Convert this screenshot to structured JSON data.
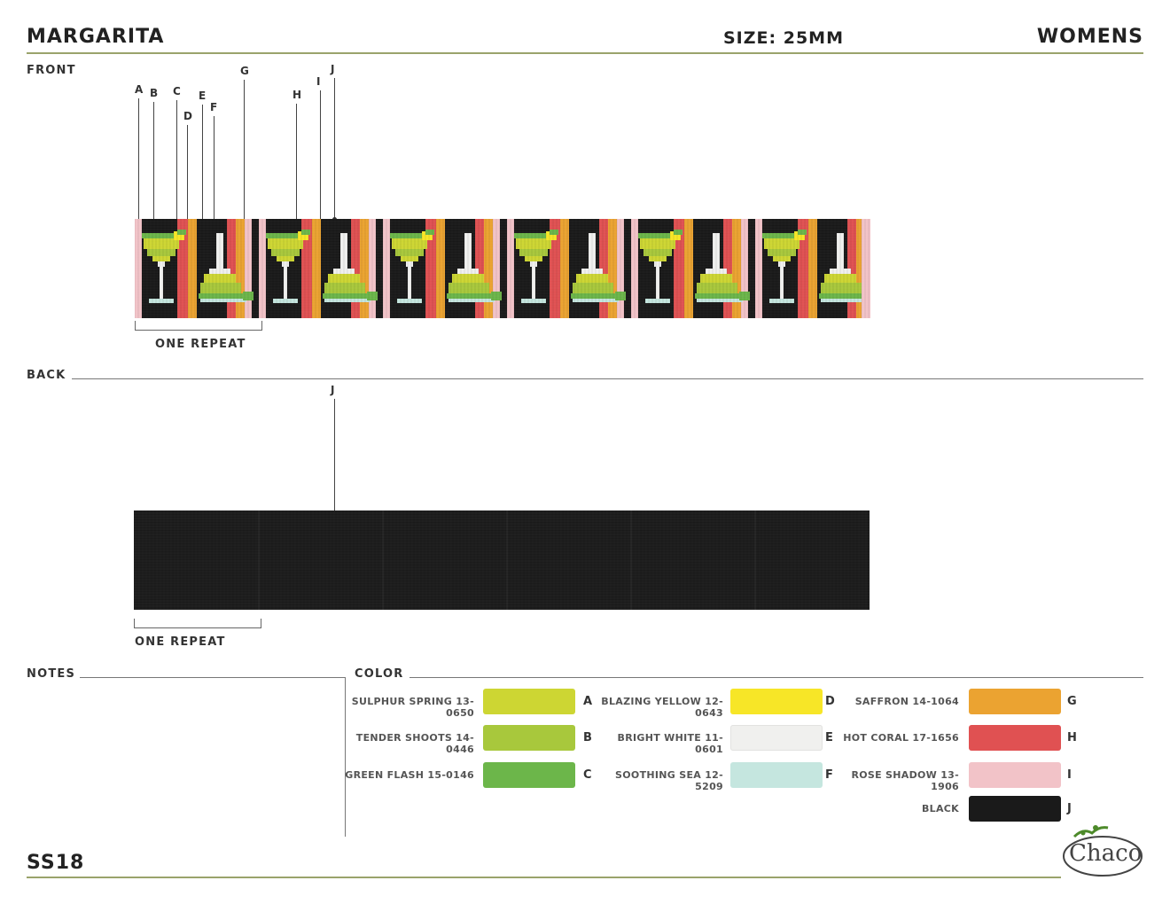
{
  "header": {
    "title": "MARGARITA",
    "size": "SIZE: 25MM",
    "category": "WOMENS"
  },
  "sections": {
    "front": "FRONT",
    "back": "BACK",
    "notes": "NOTES",
    "color": "COLOR"
  },
  "repeat_label": "ONE REPEAT",
  "front_letters": [
    "A",
    "B",
    "C",
    "D",
    "E",
    "F",
    "G",
    "H",
    "I",
    "J"
  ],
  "back_letter": "J",
  "colors": [
    {
      "name": "SULPHUR SPRING 13-0650",
      "code": "A",
      "hex": "#cdd633"
    },
    {
      "name": "TENDER SHOOTS 14-0446",
      "code": "B",
      "hex": "#a8c83c"
    },
    {
      "name": "GREEN FLASH 15-0146",
      "code": "C",
      "hex": "#6cb64a"
    },
    {
      "name": "BLAZING YELLOW 12-0643",
      "code": "D",
      "hex": "#f7e627"
    },
    {
      "name": "BRIGHT WHITE 11-0601",
      "code": "E",
      "hex": "#f0f0ee"
    },
    {
      "name": "SOOTHING SEA 12-5209",
      "code": "F",
      "hex": "#c5e6df"
    },
    {
      "name": "SAFFRON 14-1064",
      "code": "G",
      "hex": "#eba331"
    },
    {
      "name": "HOT CORAL 17-1656",
      "code": "H",
      "hex": "#e05152"
    },
    {
      "name": "ROSE SHADOW 13-1906",
      "code": "I",
      "hex": "#f2c3c8"
    },
    {
      "name": "BLACK",
      "code": "J",
      "hex": "#1a1a1a"
    }
  ],
  "footer": {
    "season": "SS18",
    "brand": "Chaco"
  }
}
